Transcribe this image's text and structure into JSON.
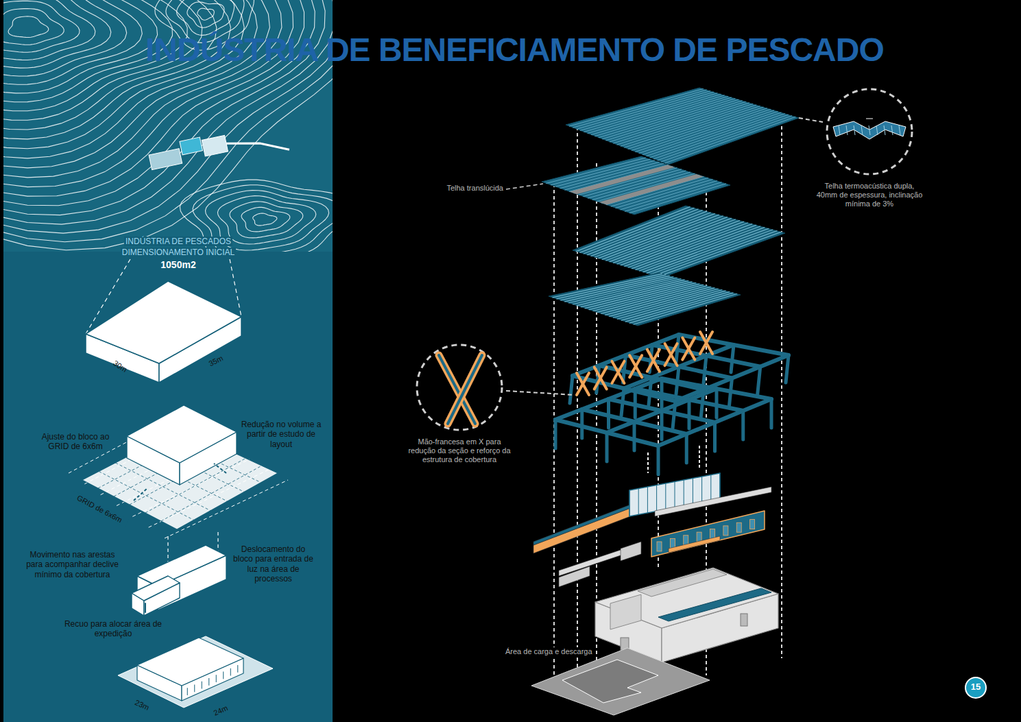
{
  "diagram": {
    "title": "INDÚSTRIA DE BENEFICIAMENTO DE PESCADO",
    "nodes": [
      {
        "text": [
          "Telha termoacústica dupla, 40mm de espessura, inclinação mínima de 3%"
        ]
      },
      {
        "text": [
          "Mão-francesa em X para redução da seção e reforço da estrutura de cobertura"
        ]
      }
    ],
    "labels": [
      "INDÚSTRIA DE PESCADOS",
      "DIMENSIONAMENTO INICIAL",
      "1050m2",
      "30m",
      "35m",
      "Ajuste do bloco ao GRID de 6x6m",
      "Redução no volume a partir de estudo de layout",
      "GRID de 6x6m",
      "Movimento nas arestas para acompanhar declive mínimo da cobertura",
      "Deslocamento do bloco para entrada de luz na área de processos",
      "Recuo para alocar área de expedição",
      "23m",
      "24m",
      "Telha translúcida",
      "Área de carga e descarga",
      "15"
    ]
  }
}
